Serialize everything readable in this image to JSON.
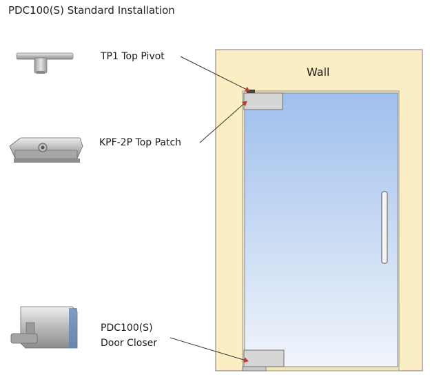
{
  "title": "PDC100(S) Standard Installation",
  "wall_label": "Wall",
  "components": [
    {
      "name": "TP1 Top Pivot",
      "icon": "top-pivot-icon"
    },
    {
      "name": "KPF-2P Top Patch",
      "icon": "top-patch-icon"
    },
    {
      "name_line1": "PDC100(S)",
      "name_line2": "Door Closer",
      "icon": "door-closer-icon"
    }
  ],
  "colors": {
    "wall": "#fbeec4",
    "wall_border": "#8a8a8a",
    "glass_top": "#a8c6ee",
    "glass_bottom": "#eef3fb",
    "hardware": "#d2d2d2",
    "arrow": "#c0392b"
  }
}
